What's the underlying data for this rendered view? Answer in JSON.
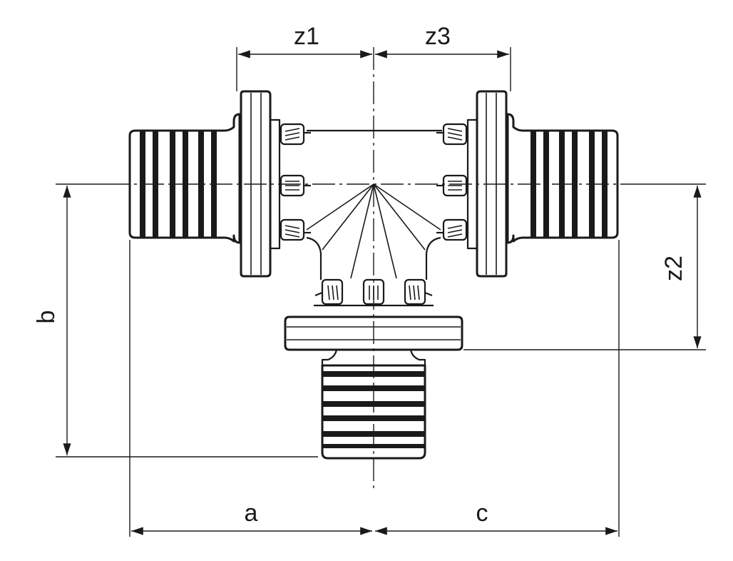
{
  "labels": {
    "z1": "z1",
    "z3": "z3",
    "z2": "z2",
    "b": "b",
    "a": "a",
    "c": "c"
  }
}
